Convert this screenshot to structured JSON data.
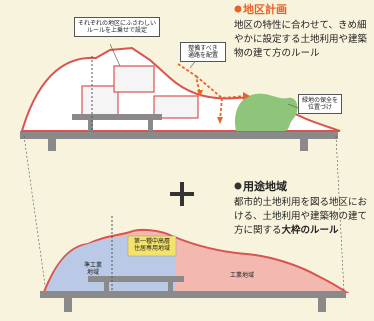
{
  "colors": {
    "background": "#f7f3dc",
    "district_accent": "#e8632a",
    "outline_red": "#d9534f",
    "usezone_pink": "#f3b9b0",
    "usezone_blue": "#b9c9e6",
    "green_conservation": "#8fc57a",
    "residential_yellow": "#f4e36b",
    "road_gray": "#8a8a8a"
  },
  "district_plan": {
    "title": "地区計画",
    "description": "地区の特性に合わせて、きめ細やかに設定する土地利用や建築物の建て方のルール",
    "callouts": {
      "rules": "それぞれの地区にふさわしい\nルールを上乗せで設定",
      "paths": "整備すべき\n通路を配置",
      "greenery": "緑地の保全を\n位置づけ"
    }
  },
  "use_zone": {
    "title": "用途地域",
    "description_prefix": "都市的土地利用を図る地区における、土地利用や建築物の建て方に関する",
    "description_bold": "大枠のルール",
    "zones": {
      "semi_industrial": "準工業\n地域",
      "residential": "第一種中高層\n住居専用地域",
      "industrial": "工業地域"
    }
  },
  "operator": "+",
  "icons": [
    "bullet-dot-icon",
    "plus-icon",
    "dashed-arrow-icon"
  ]
}
